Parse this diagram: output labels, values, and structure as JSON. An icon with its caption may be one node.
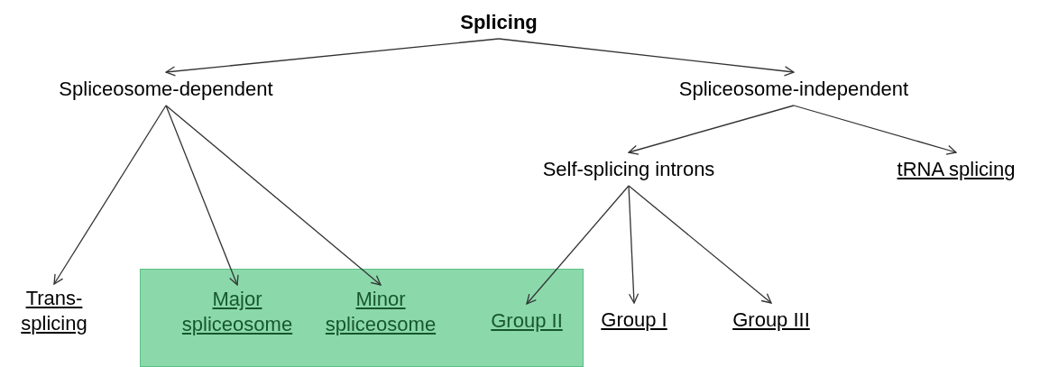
{
  "diagram": {
    "nodes": [
      {
        "text": [
          "Splicing"
        ]
      },
      {
        "text": [
          "Spliceosome-dependent"
        ]
      },
      {
        "text": [
          "Spliceosome-independent"
        ]
      },
      {
        "text": [
          "Self-splicing introns"
        ]
      },
      {
        "text": [
          "tRNA splicing"
        ]
      },
      {
        "text": [
          "Trans- splicing"
        ]
      },
      {
        "text": [],
        "shape": "box"
      },
      {
        "text": [
          "Major spliceosome"
        ],
        "in": 6
      },
      {
        "text": [
          "Minor spliceosome"
        ],
        "in": 6
      },
      {
        "text": [
          "Group II"
        ],
        "in": 6
      },
      {
        "text": [
          "Group I"
        ]
      },
      {
        "text": [
          "Group III"
        ]
      }
    ],
    "edges": [
      {
        "from": 0,
        "to": 1,
        "arrow": "to"
      },
      {
        "from": 0,
        "to": 2,
        "arrow": "to"
      },
      {
        "from": 1,
        "to": 5,
        "arrow": "to"
      },
      {
        "from": 1,
        "to": 7,
        "arrow": "to"
      },
      {
        "from": 1,
        "to": 8,
        "arrow": "to"
      },
      {
        "from": 2,
        "to": 3,
        "arrow": "to"
      },
      {
        "from": 2,
        "to": 4,
        "arrow": "to"
      },
      {
        "from": 3,
        "to": 9,
        "arrow": "to"
      },
      {
        "from": 3,
        "to": 10,
        "arrow": "to"
      },
      {
        "from": 3,
        "to": 11,
        "arrow": "to"
      }
    ]
  }
}
